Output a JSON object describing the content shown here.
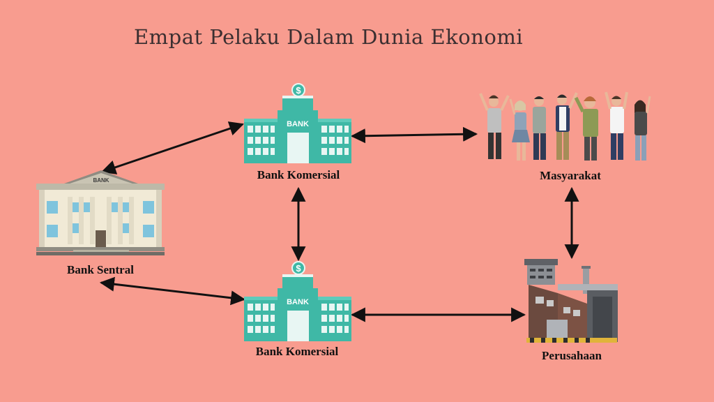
{
  "title": "Empat Pelaku Dalam Dunia Ekonomi",
  "nodes": {
    "bank_komersial_top": {
      "label": "Bank Komersial",
      "sign": "BANK",
      "currency": "$"
    },
    "bank_komersial_bottom": {
      "label": "Bank Komersial",
      "sign": "BANK",
      "currency": "$"
    },
    "bank_sentral": {
      "label": "Bank Sentral",
      "sign": "BANK"
    },
    "masyarakat": {
      "label": "Masyarakat"
    },
    "perusahaan": {
      "label": "Perusahaan"
    }
  },
  "colors": {
    "background": "#f89c8f",
    "bank_teal": "#3fb8a6",
    "arrow": "#111111"
  }
}
